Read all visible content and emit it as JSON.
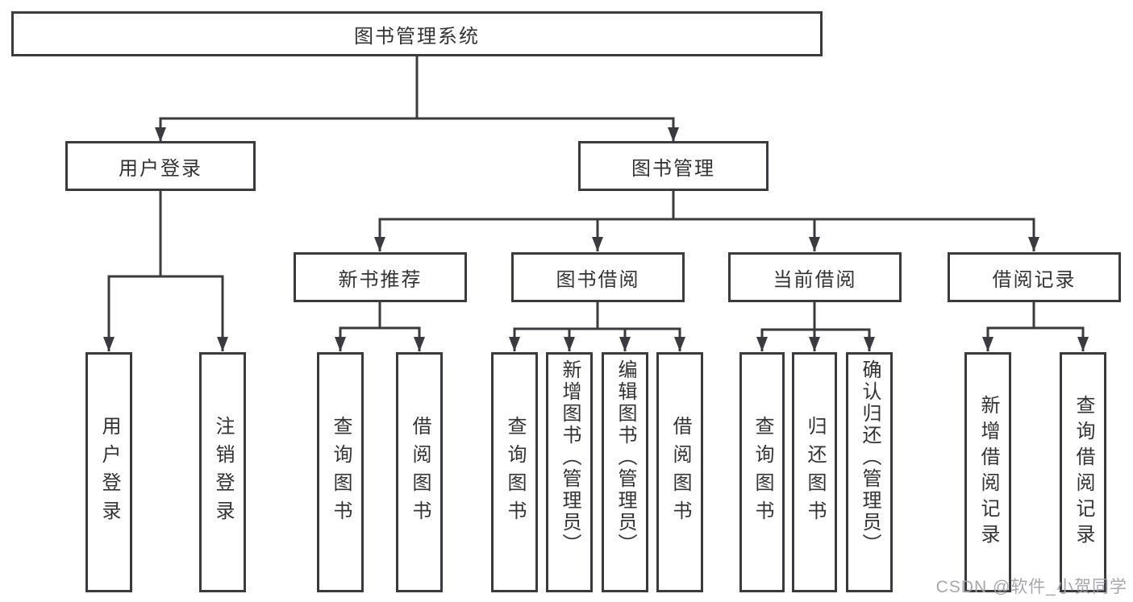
{
  "nodes": {
    "root": {
      "label": "图书管理系统"
    },
    "level2": {
      "user_login": {
        "label": "用户登录"
      },
      "book_management": {
        "label": "图书管理"
      }
    },
    "level3": {
      "new_book_recommend": {
        "label": "新书推荐"
      },
      "book_borrow": {
        "label": "图书借阅"
      },
      "current_borrow": {
        "label": "当前借阅"
      },
      "borrow_record": {
        "label": "借阅记录"
      }
    },
    "leaves": {
      "user_login": {
        "label": "用户登录"
      },
      "logout": {
        "label": "注销登录"
      },
      "query_book_recommend": {
        "label": "查询图书"
      },
      "borrow_book_recommend": {
        "label": "借阅图书"
      },
      "query_book_borrow": {
        "label": "查询图书"
      },
      "add_book_admin": {
        "label": "新增图书（管理员）"
      },
      "edit_book_admin": {
        "label": "编辑图书（管理员）"
      },
      "borrow_book_borrow": {
        "label": "借阅图书"
      },
      "query_book_current": {
        "label": "查询图书"
      },
      "return_book": {
        "label": "归还图书"
      },
      "confirm_return_admin": {
        "label": "确认归还（管理员）"
      },
      "add_borrow_record": {
        "label": "新增借阅记录"
      },
      "query_borrow_record": {
        "label": "查询借阅记录"
      }
    }
  },
  "watermark": {
    "text": "CSDN @软件_小贺同学"
  },
  "colors": {
    "line": "#3b3b3f",
    "box_border": "#3b3b3f",
    "text": "#333333",
    "watermark": "#a2a2aa",
    "background": "#ffffff"
  }
}
